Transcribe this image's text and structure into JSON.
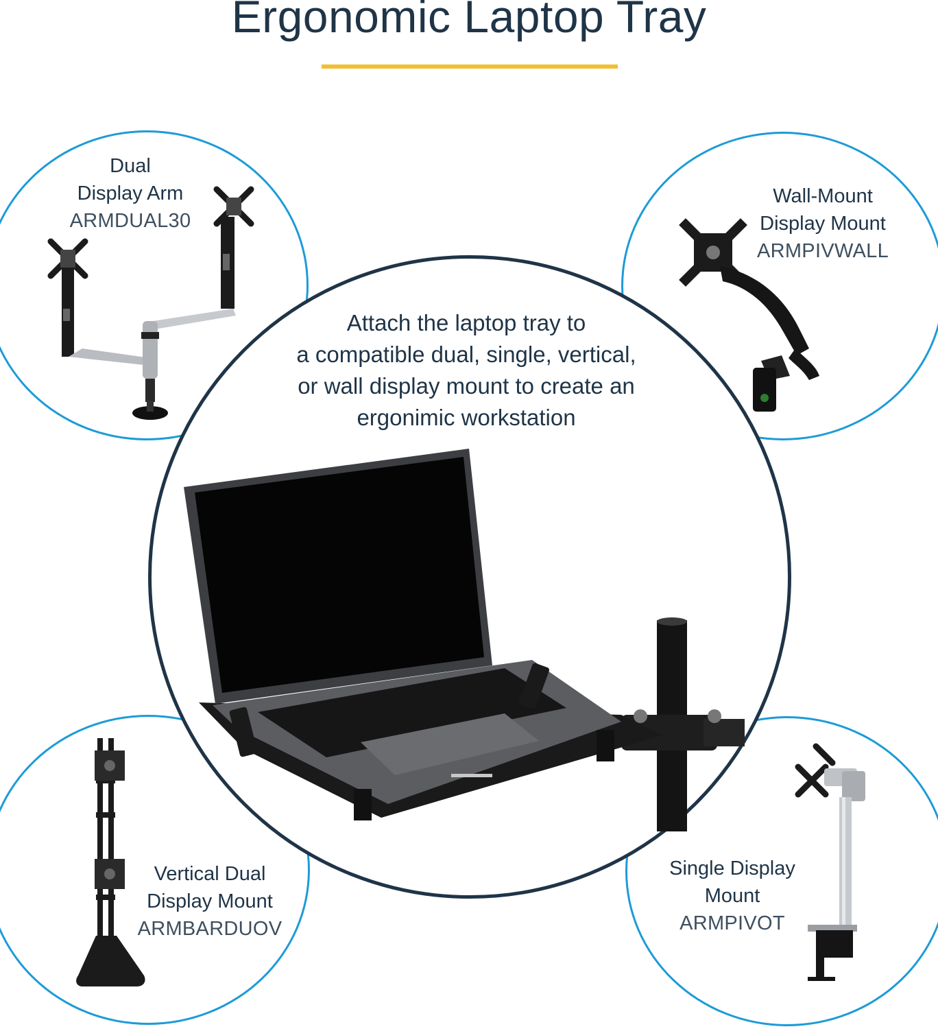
{
  "header": {
    "title": "Ergonomic Laptop Tray"
  },
  "colors": {
    "accent_bar": "#f2bf30",
    "circle_border": "#1d9bd7",
    "main_circle_border": "#1f3447",
    "text": "#1f3447"
  },
  "center": {
    "lines": [
      "Attach the laptop tray to",
      "a compatible dual, single, vertical,",
      "or wall display mount to create an",
      "ergonimic workstation"
    ]
  },
  "products": {
    "dual_arm": {
      "name_line1": "Dual",
      "name_line2": "Display Arm",
      "sku": "ARMDUAL30"
    },
    "wall_mount": {
      "name_line1": "Wall-Mount",
      "name_line2": "Display Mount",
      "sku": "ARMPIVWALL"
    },
    "vertical_dual": {
      "name_line1": "Vertical Dual",
      "name_line2": "Display Mount",
      "sku": "ARMBARDUOV"
    },
    "single": {
      "name_line1": "Single Display",
      "name_line2": "Mount",
      "sku": "ARMPIVOT"
    }
  }
}
